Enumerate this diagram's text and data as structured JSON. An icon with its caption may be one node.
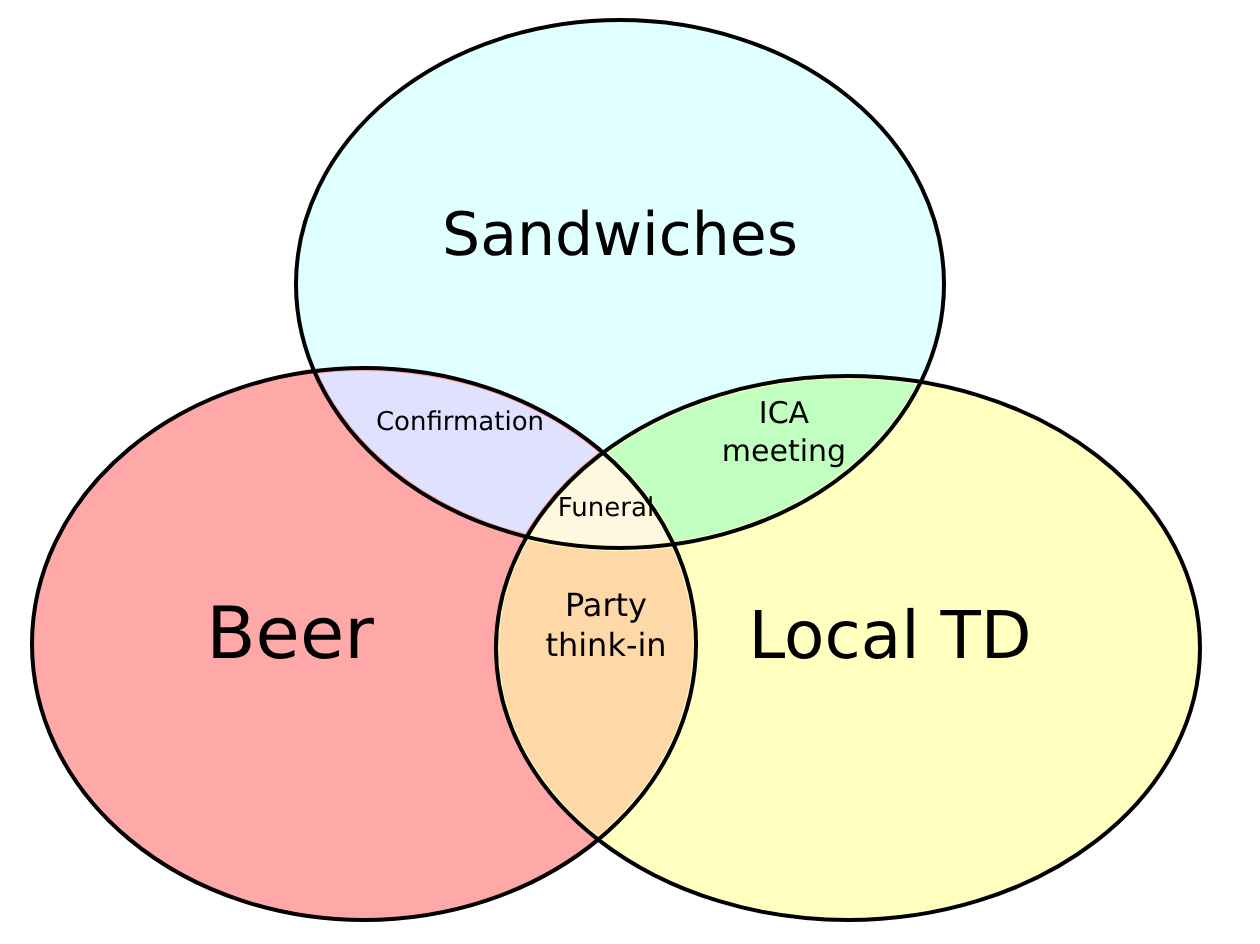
{
  "diagram": {
    "nodes": [
      {
        "text": [
          "Sandwiches"
        ]
      },
      {
        "text": [
          "Beer"
        ]
      },
      {
        "text": [
          "Local TD"
        ]
      }
    ],
    "labels": [
      "Confirmation",
      "ICA meeting",
      "Funeral",
      "Party think-in"
    ]
  }
}
